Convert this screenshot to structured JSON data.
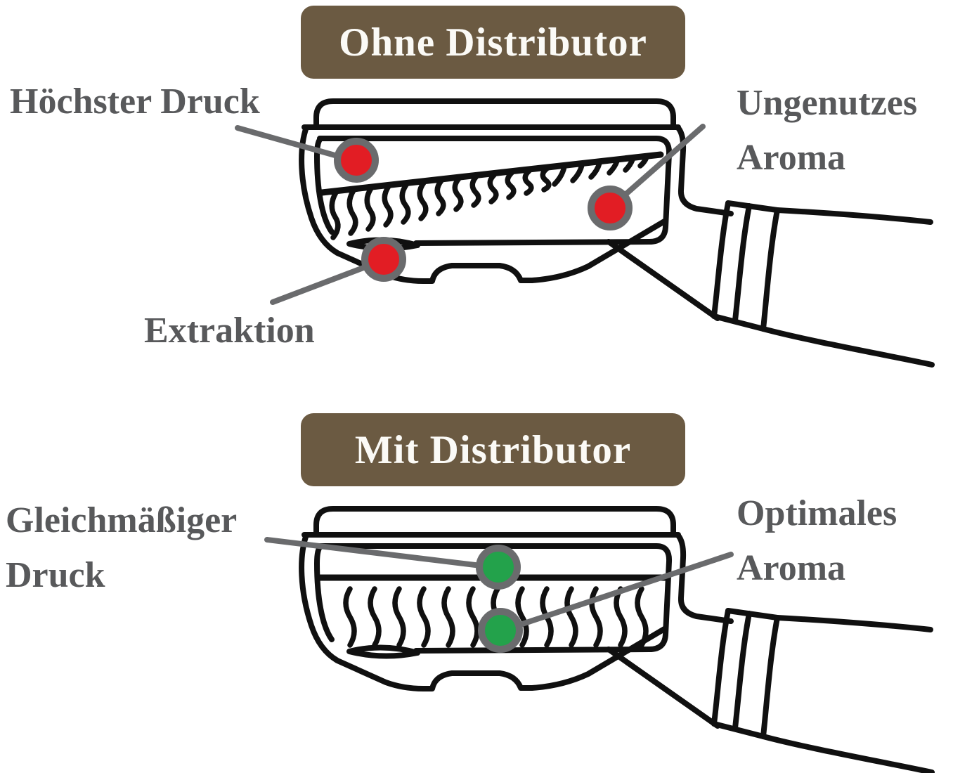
{
  "colors": {
    "accent_brown": "#6b5a42",
    "label_gray": "#58595b",
    "line_black": "#101010",
    "connector_gray": "#6a6b6d",
    "dot_red": "#e21d24",
    "dot_green": "#23a24b",
    "header_text": "#fbfaf6",
    "page_bg": "#ffffff"
  },
  "sections": [
    {
      "header": "Ohne Distributor",
      "labels": {
        "pressure": "Höchster Druck",
        "aroma": "Ungenutzes Aroma",
        "extraction": "Extraktion"
      },
      "marker_color": "#e21d24"
    },
    {
      "header": "Mit Distributor",
      "labels": {
        "pressure": "Gleichmäßiger Druck",
        "aroma": "Optimales Aroma"
      },
      "marker_color": "#23a24b"
    }
  ]
}
